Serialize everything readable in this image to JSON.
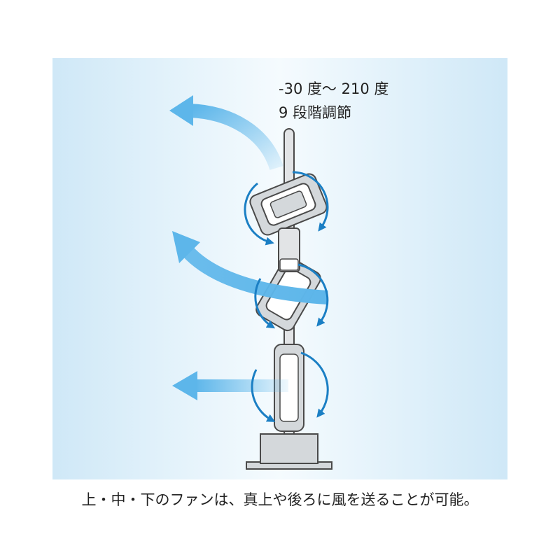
{
  "annotation": {
    "angle_range": "-30 度〜 210 度",
    "step_count": "9 段階調節"
  },
  "caption": "上・中・下のファンは、真上や後ろに風を送ることが可能。",
  "colors": {
    "background_light": "#f2f9fd",
    "background_blue": "#cfe8f7",
    "airflow_blue": "#5db6ea",
    "rotation_arrow": "#1b7fc4",
    "fan_body": "#d4d8db",
    "fan_outline": "#4a4a4a",
    "pole": "#e2e4e6"
  },
  "icons": [
    "tower-fan-icon",
    "airflow-arrow-icon",
    "rotation-arrow-icon"
  ]
}
